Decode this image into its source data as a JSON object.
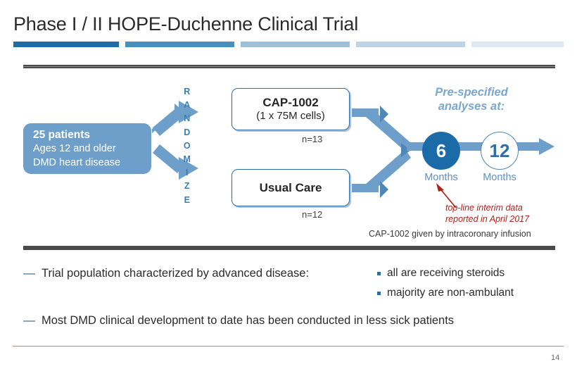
{
  "slide": {
    "title": "Phase I / II HOPE-Duchenne Clinical Trial",
    "page_number": "14",
    "accent_colors": [
      "#1e6ca8",
      "#4a8ebf",
      "#9dc0da",
      "#bcd4e6",
      "#dce8f2"
    ]
  },
  "diagram": {
    "population": {
      "line1": "25 patients",
      "line2": "Ages 12 and older",
      "line3": "DMD heart disease",
      "fill_color": "#6e9fca"
    },
    "randomize_label": "RANDOMIZE",
    "arms": [
      {
        "name": "cap-1002",
        "title": "CAP-1002",
        "subtitle": "(1 x 75M cells)",
        "n_label": "n=13"
      },
      {
        "name": "usual-care",
        "title": "Usual Care",
        "subtitle": "",
        "n_label": "n=12"
      }
    ],
    "analyses": {
      "heading_line1": "Pre-specified",
      "heading_line2": "analyses at:",
      "heading_color": "#7ba7cf",
      "timepoints": [
        {
          "value": "6",
          "unit": "Months",
          "filled": true,
          "fill_color": "#1b6ba8"
        },
        {
          "value": "12",
          "unit": "Months",
          "filled": false,
          "fill_color": "#ffffff"
        }
      ]
    },
    "annotation": {
      "line1": "top-line interim data",
      "line2": "reported in April 2017",
      "color": "#b02418"
    },
    "footnote": "CAP-1002  given by intracoronary infusion"
  },
  "bullets": {
    "dash": "—",
    "items": [
      {
        "text": "Trial population characterized by advanced disease:"
      },
      {
        "text": "Most DMD clinical development to date has been conducted in less sick patients"
      }
    ],
    "subitems": [
      {
        "text": "all are receiving steroids"
      },
      {
        "text": "majority are non-ambulant"
      }
    ]
  }
}
